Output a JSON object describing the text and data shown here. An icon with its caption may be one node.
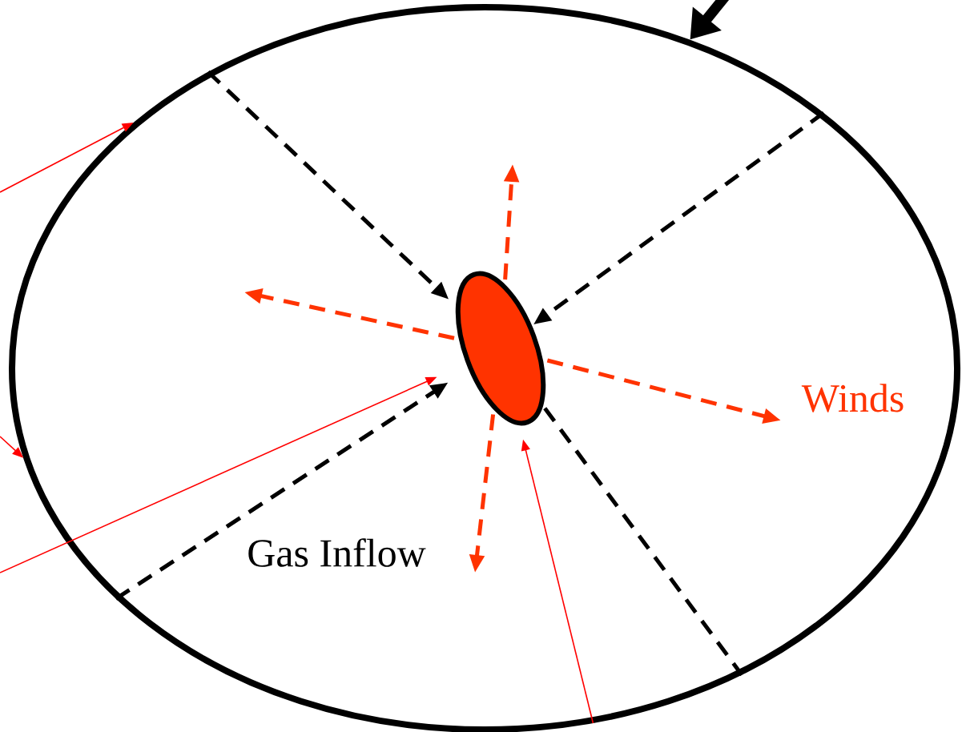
{
  "diagram": {
    "nodes": [
      {
        "text": [],
        "shape": "ellipse"
      },
      {
        "text": [],
        "shape": "ellipse",
        "in": 0
      }
    ],
    "edges": [
      {
        "from": 0,
        "to": 1,
        "arrow": "to",
        "style": "dashed"
      },
      {
        "from": 0,
        "to": 1,
        "arrow": "to",
        "style": "dashed"
      },
      {
        "from": 0,
        "to": 1,
        "arrow": "to",
        "style": "dashed"
      },
      {
        "from": 1,
        "to": 0,
        "arrow": "none",
        "style": "dashed"
      },
      {
        "from": 1,
        "to": null,
        "arrow": "to",
        "style": "dashed",
        "color": "#ff3300"
      },
      {
        "from": 1,
        "to": null,
        "arrow": "to",
        "style": "dashed",
        "color": "#ff3300"
      },
      {
        "from": 1,
        "to": null,
        "arrow": "to",
        "style": "dashed",
        "color": "#ff3300"
      },
      {
        "from": 1,
        "to": null,
        "arrow": "to",
        "style": "dashed",
        "color": "#ff3300"
      },
      {
        "from": null,
        "to": 0,
        "arrow": "to",
        "color": "#ff0000"
      },
      {
        "from": null,
        "to": 0,
        "arrow": "to",
        "color": "#ff0000"
      },
      {
        "from": null,
        "to": 1,
        "arrow": "to",
        "color": "#ff0000"
      },
      {
        "from": 0,
        "to": 1,
        "arrow": "to",
        "color": "#ff0000"
      },
      {
        "from": null,
        "to": 0,
        "arrow": "to",
        "style": "thick"
      }
    ],
    "labels": [
      "Gas Inflow",
      "Winds"
    ]
  }
}
